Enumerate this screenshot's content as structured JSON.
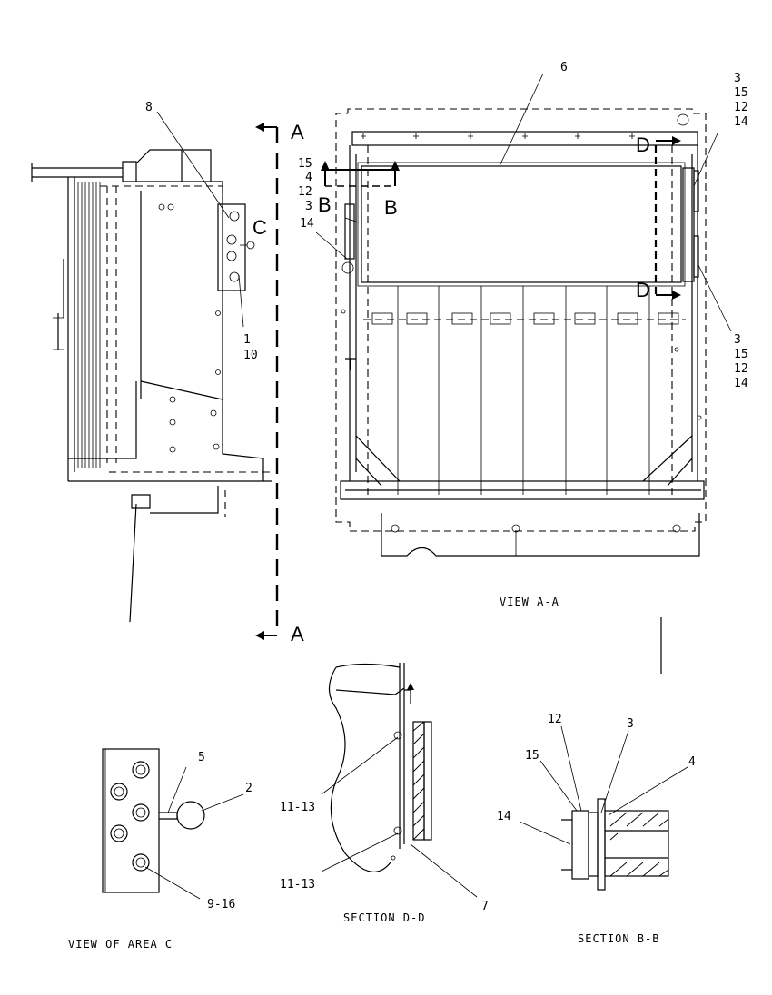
{
  "views": {
    "view_aa_caption": "VIEW A-A",
    "view_area_c_caption": "VIEW OF AREA C",
    "section_dd_caption": "SECTION D-D",
    "section_bb_caption": "SECTION B-B"
  },
  "section_markers": {
    "a_top": "A",
    "a_bottom": "A",
    "c": "C",
    "b_left": "B",
    "b_right": "B",
    "d_top": "D",
    "d_bottom": "D"
  },
  "callouts": {
    "left_view": {
      "item_8": "8",
      "item_1": "1",
      "item_10": "10"
    },
    "view_aa": {
      "item_6": "6",
      "top_right": [
        "3",
        "15",
        "12",
        "14"
      ],
      "left_stack": [
        "15",
        "4",
        "12",
        "3"
      ],
      "left_14": "14",
      "bottom_right": [
        "3",
        "15",
        "12",
        "14"
      ]
    },
    "area_c": {
      "item_5": "5",
      "item_2": "2",
      "item_9_16": "9-16"
    },
    "section_dd": {
      "upper_11_13": "11-13",
      "lower_11_13": "11-13",
      "item_7": "7"
    },
    "section_bb": {
      "item_12": "12",
      "item_3": "3",
      "item_15": "15",
      "item_4": "4",
      "item_14": "14"
    }
  },
  "icons": [
    "arrow-left-icon",
    "arrow-up-icon",
    "arrow-right-icon"
  ],
  "colors": {
    "ink": "#000000",
    "paper": "#ffffff"
  }
}
